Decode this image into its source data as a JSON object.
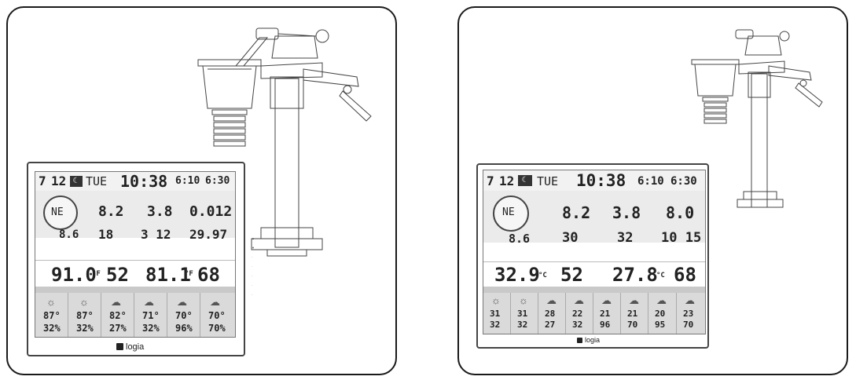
{
  "left": {
    "date_month": "7",
    "date_day": "12",
    "weekday": "TUE",
    "time": "10:38",
    "sunrise": "6:10",
    "sunset": "6:30",
    "wind_dir": "NE",
    "wind_gust": "8.2",
    "wind_speed": "3.8",
    "rain_rate": "0.012",
    "uv": "8.6",
    "dew_point": "18",
    "air_quality": "3 12",
    "baro": "29.97",
    "out_temp": "91.0",
    "out_temp_unit": "°F",
    "out_hum": "52",
    "in_temp": "81.1",
    "in_temp_unit": "°F",
    "in_hum": "68",
    "fc_temps": [
      "87°",
      "87°",
      "82°",
      "71°",
      "70°",
      "70°"
    ],
    "fc_hums": [
      "32%",
      "32%",
      "27%",
      "32%",
      "96%",
      "70%"
    ],
    "fc_icons": [
      "sun-icon",
      "sun-icon",
      "cloud-icon",
      "cloud-rain-icon",
      "cloud-rain-icon",
      "cloud-storm-icon"
    ],
    "logo": "logia"
  },
  "right": {
    "date_month": "7",
    "date_day": "12",
    "weekday": "TUE",
    "time": "10:38",
    "sunrise": "6:10",
    "sunset": "6:30",
    "wind_dir": "NE",
    "wind_gust": "8.2",
    "wind_speed": "3.8",
    "rain": "8.0",
    "uv": "8.6",
    "dew_point": "30",
    "air_quality": "32",
    "baro": "10 15",
    "out_temp": "32.9",
    "out_temp_unit": "°C",
    "out_hum": "52",
    "in_temp": "27.8",
    "in_temp_unit": "°C",
    "in_hum": "68",
    "fc_temps": [
      "31",
      "31",
      "28",
      "22",
      "21",
      "21",
      "20",
      "23"
    ],
    "fc_hums": [
      "32",
      "32",
      "27",
      "32",
      "96",
      "70",
      "95",
      "70"
    ],
    "fc_icons": [
      "sun-icon",
      "sun-icon",
      "cloud-icon",
      "cloud-icon",
      "cloud-rain-icon",
      "cloud-rain-icon",
      "cloud-storm-icon",
      "cloud-rain-icon"
    ],
    "logo": "logia"
  }
}
